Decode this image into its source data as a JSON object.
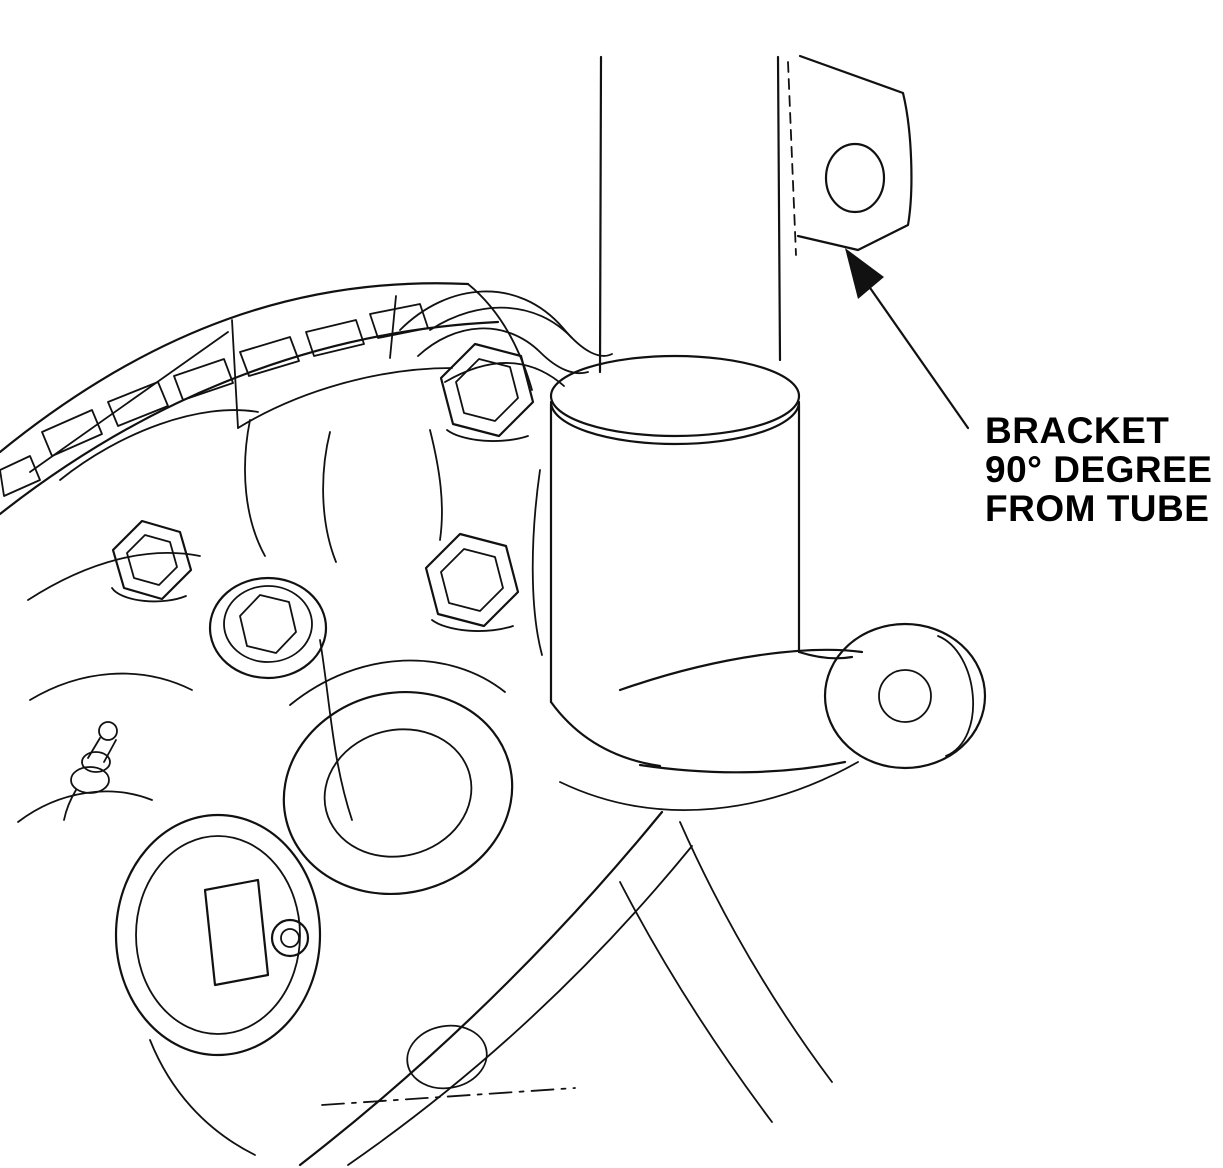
{
  "diagram": {
    "background_color": "#ffffff",
    "line_color": "#111111",
    "callout": {
      "lines": [
        "BRACKET",
        "90° DEGREE",
        "FROM TUBE"
      ]
    }
  }
}
